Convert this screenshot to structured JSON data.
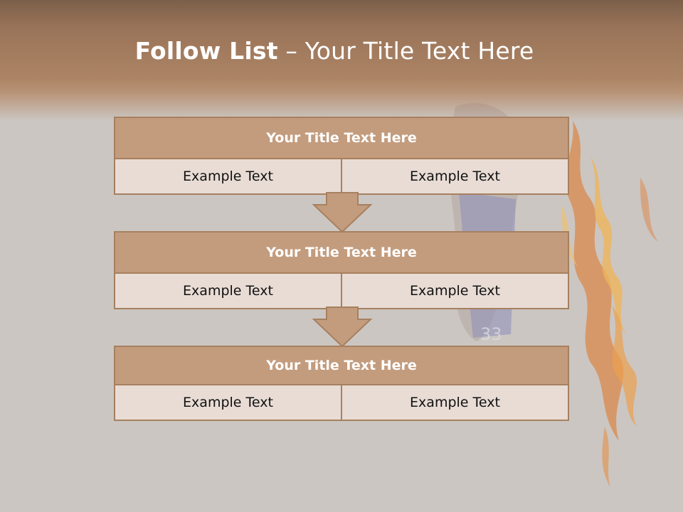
{
  "slide": {
    "title_bold": "Follow List",
    "title_rest": "– Your Title Text Here"
  },
  "steps": [
    {
      "title": "Your Title Text Here",
      "left": "Example Text",
      "right": "Example Text"
    },
    {
      "title": "Your Title Text Here",
      "left": "Example Text",
      "right": "Example Text"
    },
    {
      "title": "Your Title Text Here",
      "left": "Example Text",
      "right": "Example Text"
    }
  ],
  "decoration": {
    "jersey_number": "33"
  },
  "colors": {
    "header_brown": "#9a7459",
    "box_title_bg": "#c39c7e",
    "box_cell_bg": "#e8dcd5",
    "box_border": "#a7805f",
    "arrow_fill": "#c39c7e",
    "background": "#cbc6c2"
  }
}
